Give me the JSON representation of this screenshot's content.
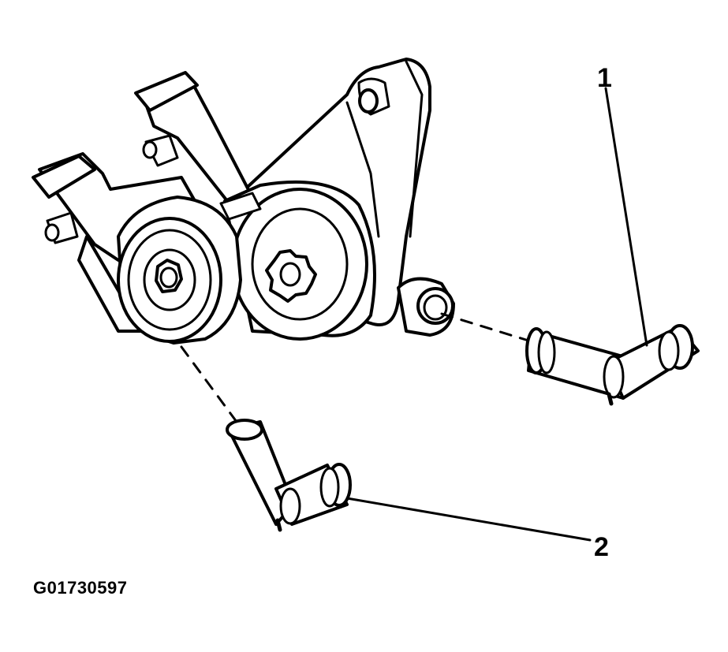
{
  "figure": {
    "id_label": "G01730597",
    "callouts": [
      {
        "number": "1"
      },
      {
        "number": "2"
      }
    ]
  },
  "colors": {
    "stroke": "#000000",
    "background": "#ffffff"
  }
}
